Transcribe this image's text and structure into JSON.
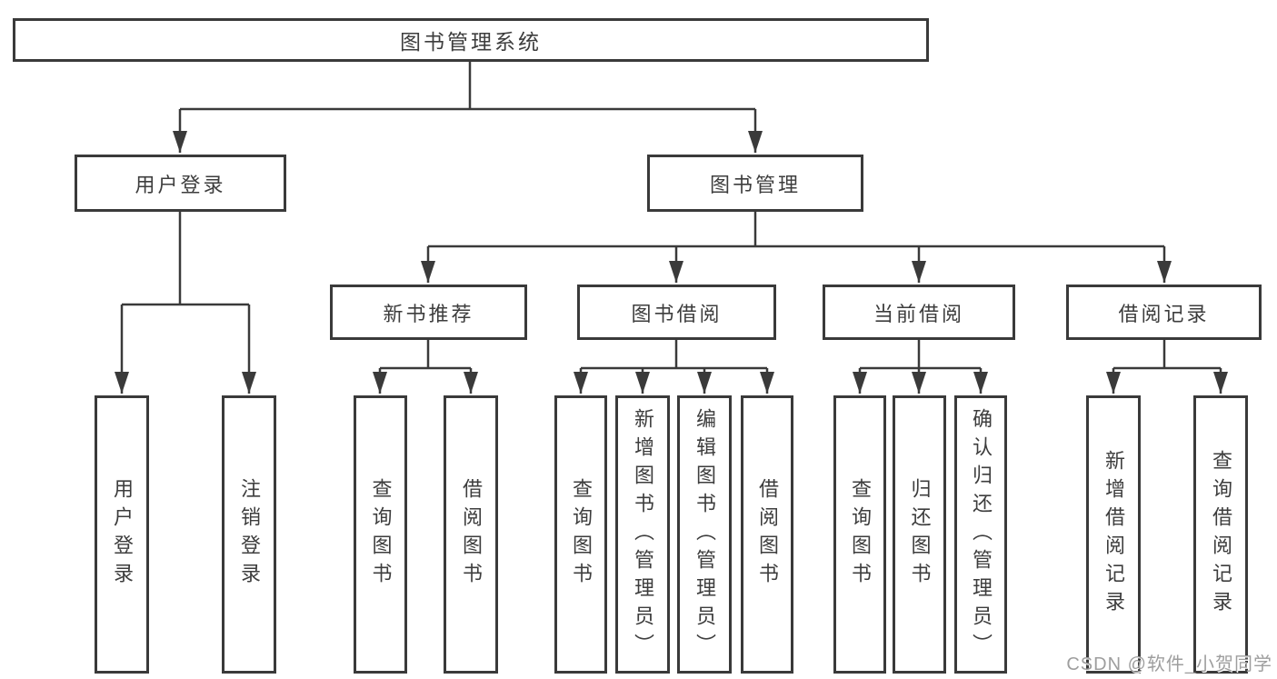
{
  "tree": {
    "root": {
      "label": "图书管理系统",
      "children": [
        {
          "label": "用户登录",
          "children": [
            {
              "label": "用户登录"
            },
            {
              "label": "注销登录"
            }
          ]
        },
        {
          "label": "图书管理",
          "children": [
            {
              "label": "新书推荐",
              "children": [
                {
                  "label": "查询图书"
                },
                {
                  "label": "借阅图书"
                }
              ]
            },
            {
              "label": "图书借阅",
              "children": [
                {
                  "label": "查询图书"
                },
                {
                  "label": "新增图书（管理员）"
                },
                {
                  "label": "编辑图书（管理员）"
                },
                {
                  "label": "借阅图书"
                }
              ]
            },
            {
              "label": "当前借阅",
              "children": [
                {
                  "label": "查询图书"
                },
                {
                  "label": "归还图书"
                },
                {
                  "label": "确认归还（管理员）"
                }
              ]
            },
            {
              "label": "借阅记录",
              "children": [
                {
                  "label": "新增借阅记录"
                },
                {
                  "label": "查询借阅记录"
                }
              ]
            }
          ]
        }
      ]
    }
  },
  "watermark": {
    "text": "CSDN @软件_小贺同学"
  },
  "colors": {
    "line": "#3a3a3a",
    "text": "#3d3d3d",
    "box_background": "#ffffff",
    "watermark": "#9e9e9e"
  }
}
